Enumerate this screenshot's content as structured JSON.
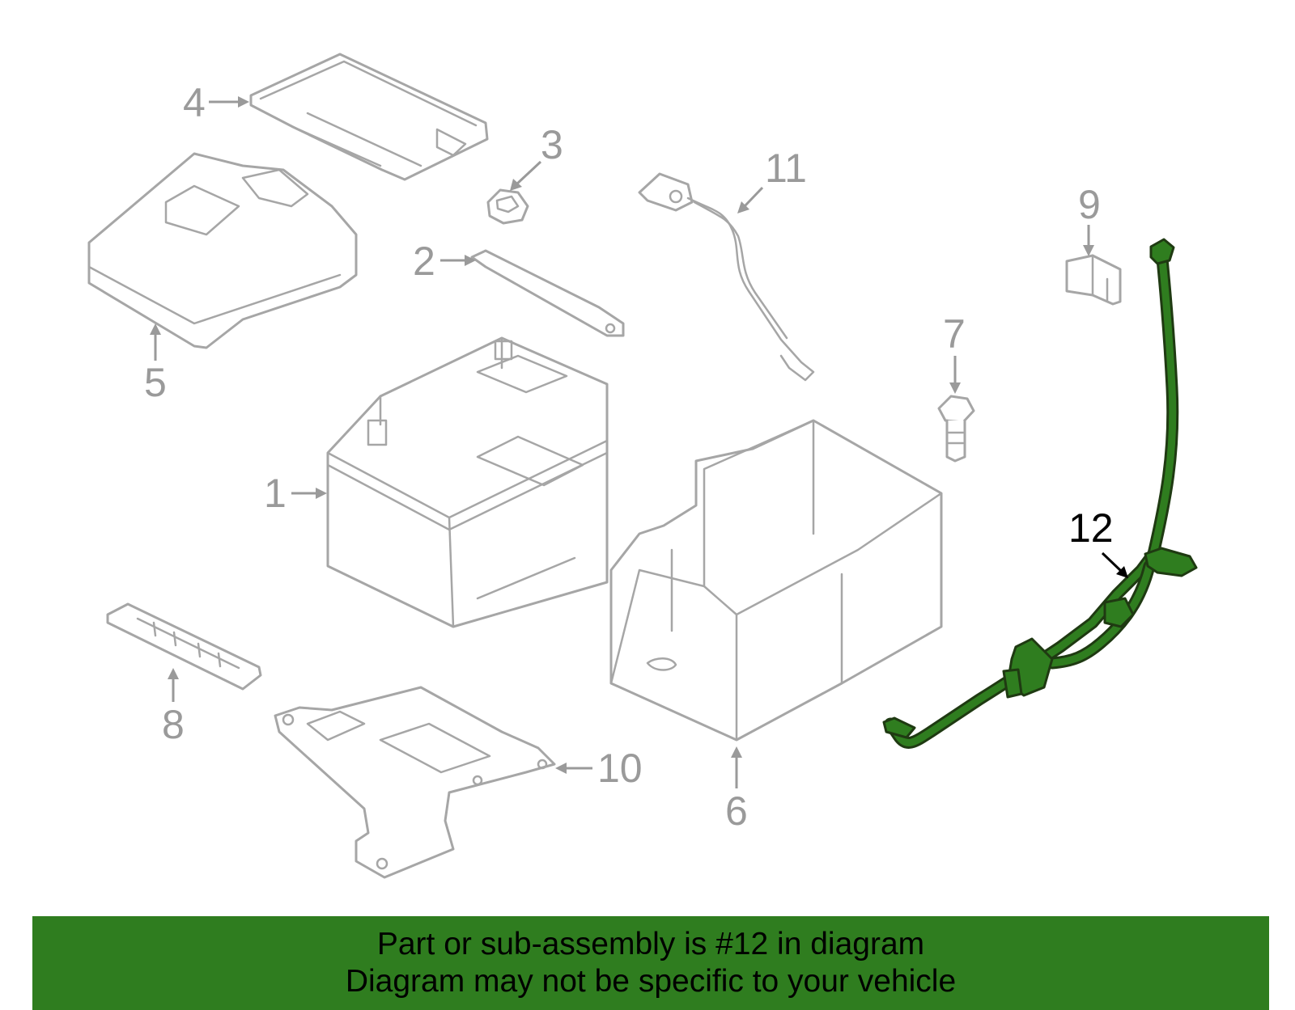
{
  "diagram": {
    "callouts": [
      "1",
      "2",
      "3",
      "4",
      "5",
      "6",
      "7",
      "8",
      "9",
      "10",
      "11",
      "12"
    ],
    "highlighted_callout": "12",
    "colors": {
      "highlight": "#2f7d1f",
      "outline": "#a6a6a6",
      "banner": "#2f7d1f"
    }
  },
  "banner": {
    "line1": "Part or sub-assembly is #12 in diagram",
    "line2": "Diagram may not be specific to your vehicle"
  }
}
